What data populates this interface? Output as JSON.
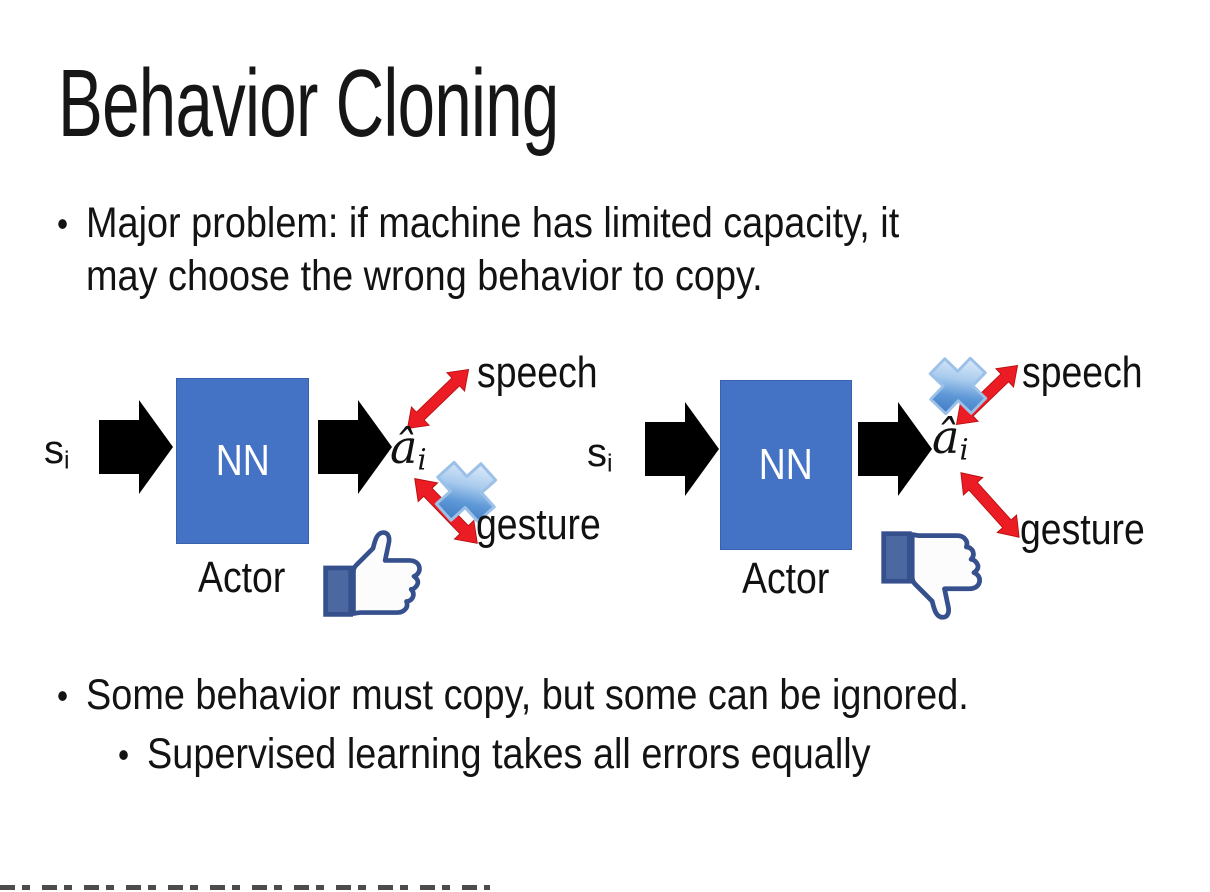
{
  "slide": {
    "title": "Behavior Cloning",
    "bullet_glyph": "•",
    "bullet1_line1": "Major problem: if machine has limited capacity, it",
    "bullet1_line2": "may choose the wrong behavior to copy.",
    "bullet2": "Some behavior must copy, but some can be ignored.",
    "bullet2_sub": "Supervised learning takes all errors equally"
  },
  "diagram_left": {
    "input_base": "s",
    "input_sub": "i",
    "box_label": "NN",
    "output_base": "â",
    "output_sub": "i",
    "actor_label": "Actor",
    "speech_label": "speech",
    "gesture_label": "gesture",
    "crossed_action": "gesture",
    "feedback_icon": "thumbs-up"
  },
  "diagram_right": {
    "input_base": "s",
    "input_sub": "i",
    "box_label": "NN",
    "output_base": "â",
    "output_sub": "i",
    "actor_label": "Actor",
    "speech_label": "speech",
    "gesture_label": "gesture",
    "crossed_action": "speech",
    "feedback_icon": "thumbs-down"
  },
  "colors": {
    "nn_box_fill": "#4472C4",
    "nn_box_text": "#FFFFFF",
    "block_arrow_black": "#000000",
    "double_arrow_red": "#EC1C24",
    "cross_blue_light": "#A9CBEE",
    "cross_blue_dark": "#3874BE",
    "thumb_outline_navy": "#35508C",
    "thumb_cuff_blue": "#4B68A1",
    "text_black": "#111111"
  }
}
